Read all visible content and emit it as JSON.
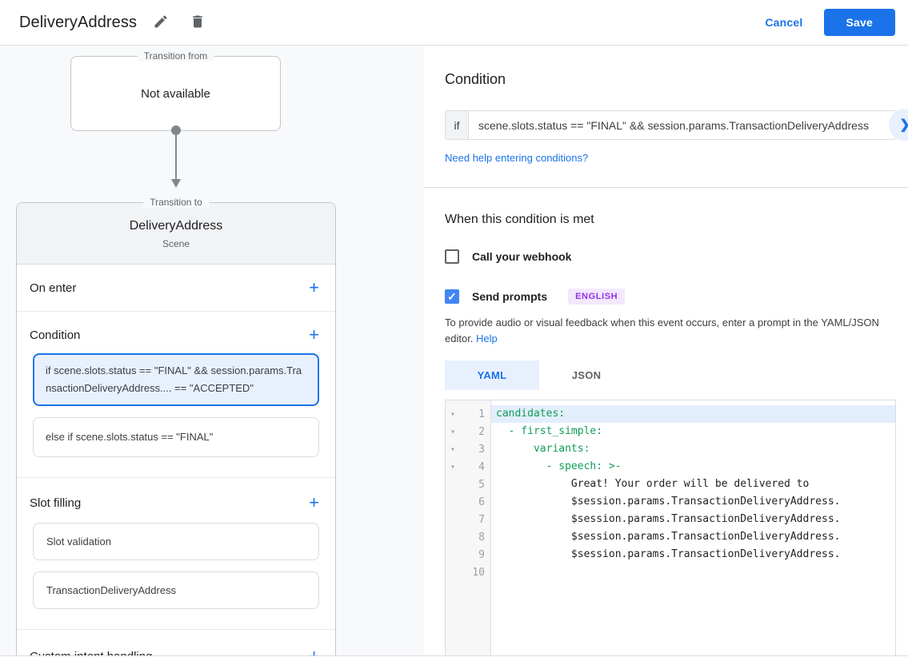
{
  "colors": {
    "accent_blue": "#1a73e8",
    "checkbox_blue": "#4285f4",
    "selected_card_bg": "#e8f0fe",
    "selected_card_border": "#1a73e8",
    "yaml_key_green": "#0f9d58",
    "badge_text_purple": "#9334e6",
    "badge_bg_purple": "#f3e8fd",
    "panel_gray": "#f8f9fa",
    "scene_header_gray": "#f1f3f4"
  },
  "icons": {
    "edit": "pencil-icon",
    "delete": "trash-icon",
    "add": "+",
    "fold": "▾",
    "chevron_right": "❯",
    "check": "✓"
  },
  "header": {
    "title": "DeliveryAddress",
    "cancel_label": "Cancel",
    "save_label": "Save"
  },
  "left_panel": {
    "transition_from": {
      "legend": "Transition from",
      "value": "Not available"
    },
    "transition_to": {
      "legend": "Transition to",
      "scene_name": "DeliveryAddress",
      "scene_type": "Scene",
      "on_enter_label": "On enter",
      "condition_label": "Condition",
      "condition_cards": [
        {
          "text": "if scene.slots.status == \"FINAL\" && session.params.TransactionDeliveryAddress.... == \"ACCEPTED\"",
          "selected": true
        },
        {
          "text": "else if scene.slots.status == \"FINAL\"",
          "selected": false
        }
      ],
      "slot_filling_label": "Slot filling",
      "slot_cards": [
        {
          "text": "Slot validation"
        },
        {
          "text": "TransactionDeliveryAddress"
        }
      ],
      "custom_intent_label": "Custom intent handling"
    }
  },
  "right_panel": {
    "condition_title": "Condition",
    "if_label": "if",
    "if_value": "scene.slots.status == \"FINAL\" && session.params.TransactionDeliveryAddress",
    "help_link": "Need help entering conditions?",
    "met_title": "When this condition is met",
    "webhook": {
      "label": "Call your webhook",
      "checked": false
    },
    "prompts": {
      "label": "Send prompts",
      "checked": true,
      "badge": "ENGLISH"
    },
    "description_text": "To provide audio or visual feedback when this event occurs, enter a prompt in the YAML/JSON editor.",
    "description_link": "Help",
    "tabs": [
      {
        "label": "YAML",
        "active": true
      },
      {
        "label": "JSON",
        "active": false
      }
    ],
    "editor": {
      "lines": [
        {
          "num": "1",
          "text": "candidates:"
        },
        {
          "num": "2",
          "text": "  - first_simple:"
        },
        {
          "num": "3",
          "text": "      variants:"
        },
        {
          "num": "4",
          "text": "        - speech: >-"
        },
        {
          "num": "5",
          "text": "            Great! Your order will be delivered to"
        },
        {
          "num": "6",
          "text": "            $session.params.TransactionDeliveryAddress."
        },
        {
          "num": "7",
          "text": "            $session.params.TransactionDeliveryAddress."
        },
        {
          "num": "8",
          "text": "            $session.params.TransactionDeliveryAddress."
        },
        {
          "num": "9",
          "text": "            $session.params.TransactionDeliveryAddress."
        },
        {
          "num": "10",
          "text": ""
        }
      ]
    }
  }
}
